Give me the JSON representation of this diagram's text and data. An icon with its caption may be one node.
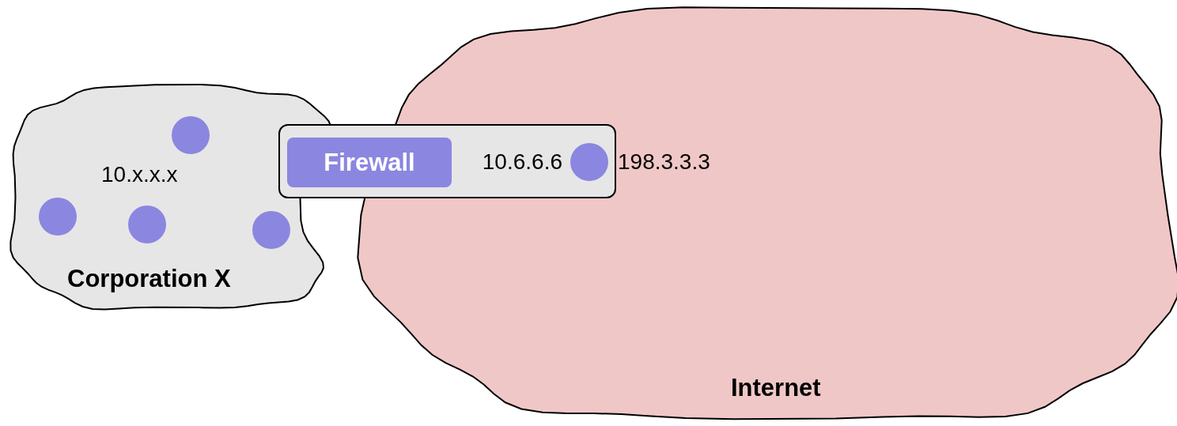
{
  "diagram": {
    "nodes": [
      {
        "text": [
          "Corporation X"
        ]
      },
      {
        "text": [],
        "shape": "circle",
        "in": 0
      },
      {
        "text": [],
        "shape": "circle",
        "in": 0
      },
      {
        "text": [],
        "shape": "circle",
        "in": 0
      },
      {
        "text": [],
        "shape": "circle",
        "in": 0
      },
      {
        "text": [
          "Internet"
        ]
      },
      {
        "text": [],
        "shape": "box"
      },
      {
        "text": [
          "Firewall"
        ],
        "in": 6
      },
      {
        "text": [],
        "shape": "circle",
        "beside": [
          "10.6.6.6",
          "198.3.3.3"
        ]
      }
    ],
    "edges": [],
    "labels": [
      "10.x.x.x"
    ]
  }
}
